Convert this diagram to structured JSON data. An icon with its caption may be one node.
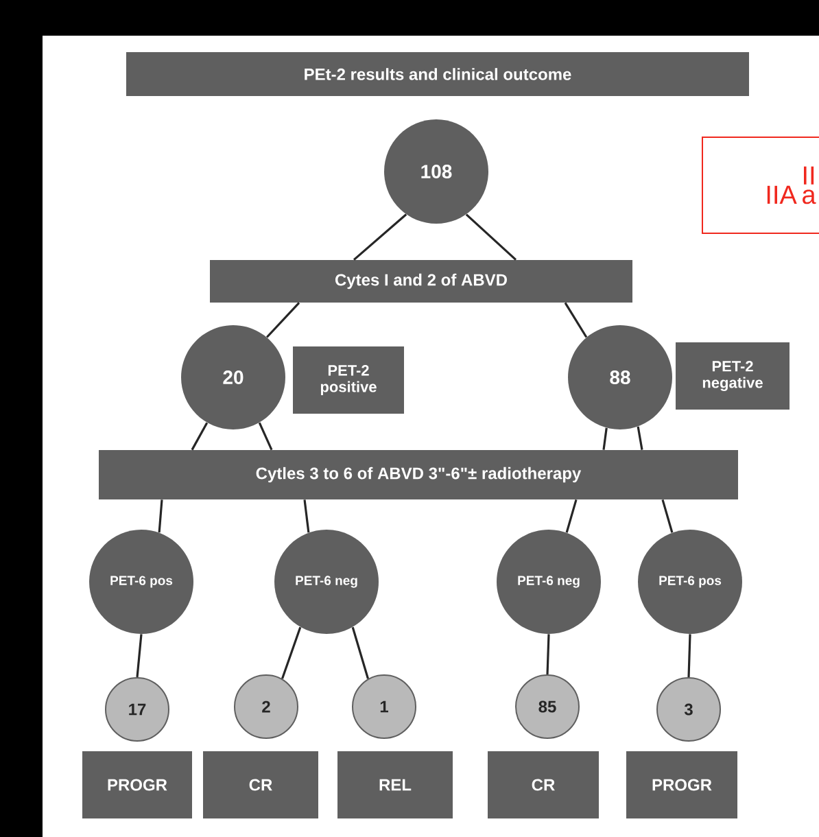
{
  "diagram": {
    "nodes": [
      {
        "text": [
          "PEt-2 results and clinical outcome"
        ]
      },
      {
        "text": [
          "108"
        ]
      },
      {
        "text": [
          "Cytes I and 2 of ABVD"
        ]
      },
      {
        "text": [
          "20"
        ]
      },
      {
        "text": [
          "PET-2 positive"
        ]
      },
      {
        "text": [
          "88"
        ]
      },
      {
        "text": [
          "PET-2 negative"
        ]
      },
      {
        "text": [
          "Cytles 3 to 6 of ABVD 3\"-6\"± radiotherapy"
        ]
      },
      {
        "text": [
          "PET-6 pos"
        ]
      },
      {
        "text": [
          "PET-6 neg"
        ]
      },
      {
        "text": [
          "PET-6 neg"
        ]
      },
      {
        "text": [
          "PET-6 pos"
        ]
      },
      {
        "text": [
          "17"
        ]
      },
      {
        "text": [
          "2"
        ]
      },
      {
        "text": [
          "1"
        ]
      },
      {
        "text": [
          "85"
        ]
      },
      {
        "text": [
          "3"
        ]
      },
      {
        "text": [
          "PROGR"
        ]
      },
      {
        "text": [
          "CR"
        ]
      },
      {
        "text": [
          "REL"
        ]
      },
      {
        "text": [
          "CR"
        ]
      },
      {
        "text": [
          "PROGR"
        ]
      },
      {
        "text": [
          "II",
          "IIA a"
        ]
      }
    ],
    "edges": [
      {
        "from": 1,
        "to": 2,
        "arrow": "none"
      },
      {
        "from": 1,
        "to": 2,
        "arrow": "none"
      },
      {
        "from": 2,
        "to": 3,
        "arrow": "none"
      },
      {
        "from": 2,
        "to": 5,
        "arrow": "none"
      },
      {
        "from": 3,
        "to": 7,
        "arrow": "none"
      },
      {
        "from": 3,
        "to": 7,
        "arrow": "none"
      },
      {
        "from": 5,
        "to": 7,
        "arrow": "none"
      },
      {
        "from": 5,
        "to": 7,
        "arrow": "none"
      },
      {
        "from": 7,
        "to": 8,
        "arrow": "none"
      },
      {
        "from": 7,
        "to": 9,
        "arrow": "none"
      },
      {
        "from": 7,
        "to": 10,
        "arrow": "none"
      },
      {
        "from": 7,
        "to": 11,
        "arrow": "none"
      },
      {
        "from": 8,
        "to": 12,
        "arrow": "none"
      },
      {
        "from": 9,
        "to": 13,
        "arrow": "none"
      },
      {
        "from": 9,
        "to": 14,
        "arrow": "none"
      },
      {
        "from": 10,
        "to": 15,
        "arrow": "none"
      },
      {
        "from": 11,
        "to": 16,
        "arrow": "none"
      }
    ]
  }
}
